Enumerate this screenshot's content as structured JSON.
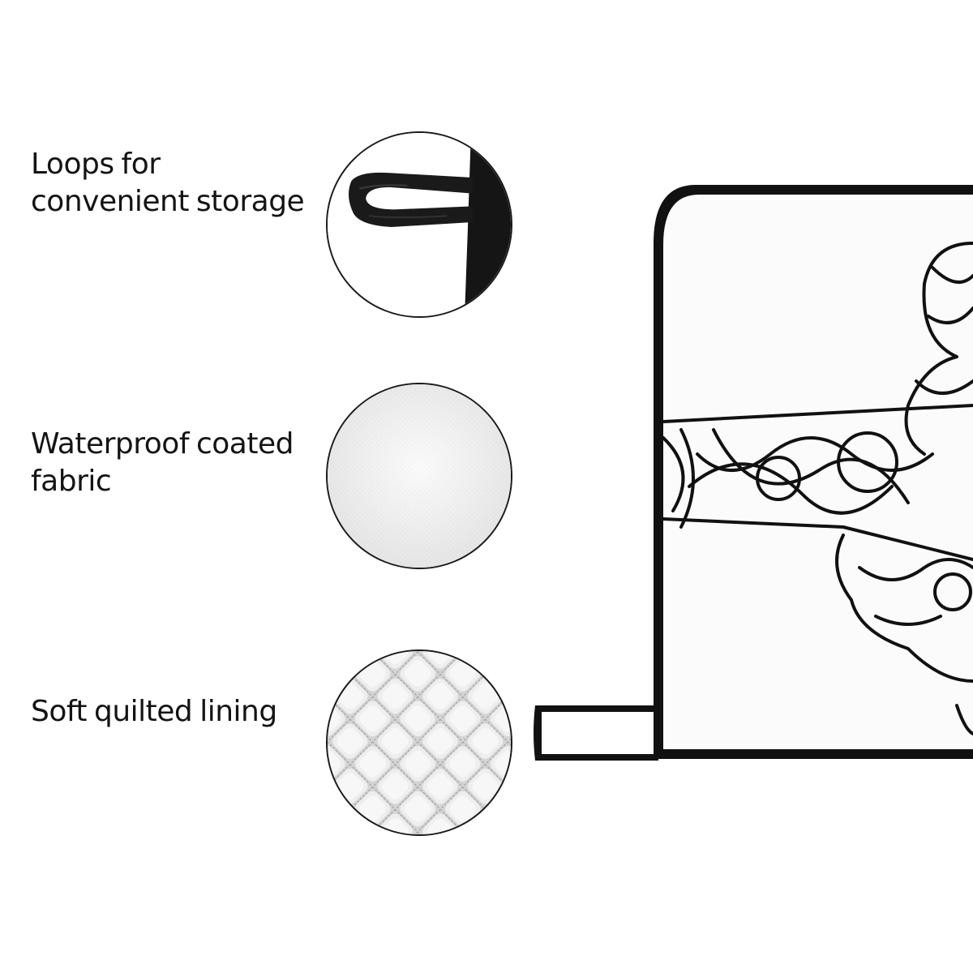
{
  "features": [
    {
      "lines": [
        "Loops for",
        "convenient storage"
      ],
      "icon": "hanging-loop-icon"
    },
    {
      "lines": [
        "Waterproof coated",
        "fabric"
      ],
      "icon": "fabric-texture-icon"
    },
    {
      "lines": [
        "Soft quilted lining"
      ],
      "icon": "quilted-lining-icon"
    }
  ],
  "colors": {
    "background": "#ffffff",
    "text": "#141414",
    "trim": "#111111",
    "fabric": "#fbfbfb",
    "lining": "#d6d6d6"
  }
}
